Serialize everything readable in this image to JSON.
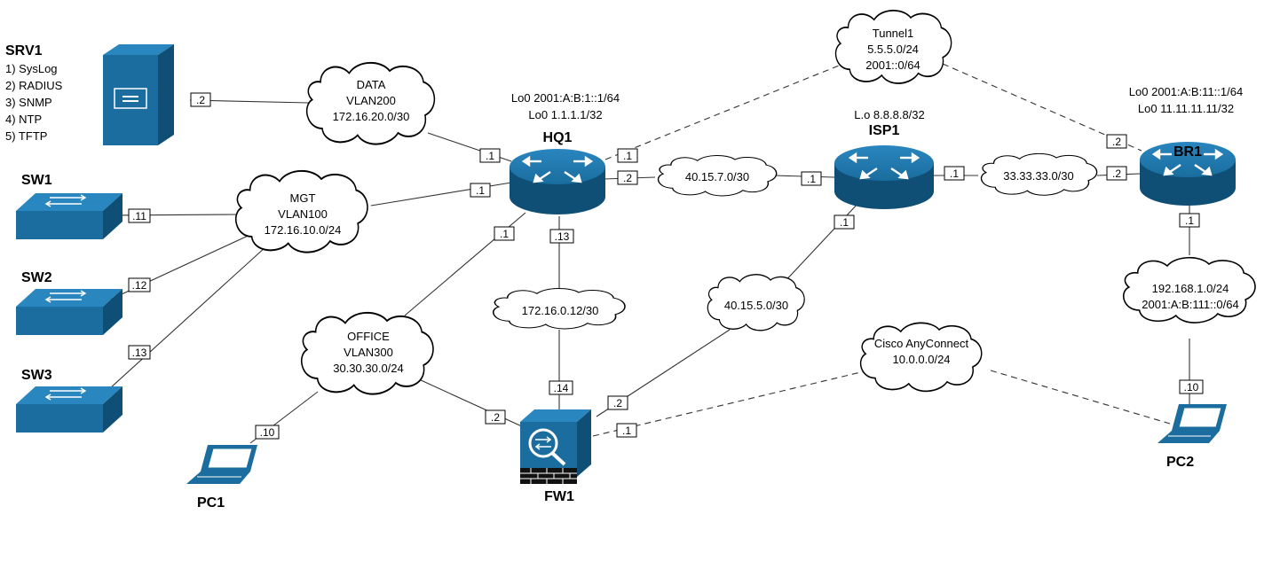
{
  "devices": {
    "srv1": {
      "title": "SRV1",
      "services": [
        "1) SysLog",
        "2) RADIUS",
        "3) SNMP",
        "4) NTP",
        "5) TFTP"
      ]
    },
    "sw1": {
      "title": "SW1"
    },
    "sw2": {
      "title": "SW2"
    },
    "sw3": {
      "title": "SW3"
    },
    "hq1": {
      "title": "HQ1",
      "info": [
        "Lo0 2001:A:B:1::1/64",
        "Lo0 1.1.1.1/32"
      ]
    },
    "isp1": {
      "title": "ISP1",
      "info": [
        "L.o 8.8.8.8/32"
      ]
    },
    "br1": {
      "title": "BR1",
      "info": [
        "Lo0 2001:A:B:11::1/64",
        "Lo0 11.11.11.11/32"
      ]
    },
    "fw1": {
      "title": "FW1"
    },
    "pc1": {
      "title": "PC1"
    },
    "pc2": {
      "title": "PC2"
    }
  },
  "clouds": {
    "data": [
      "DATA",
      "VLAN200",
      "172.16.20.0/30"
    ],
    "mgt": [
      "MGT",
      "VLAN100",
      "172.16.10.0/24"
    ],
    "office": [
      "OFFICE",
      "VLAN300",
      "30.30.30.0/24"
    ],
    "hq_fw": [
      "172.16.0.12/30"
    ],
    "hq_isp": [
      "40.15.7.0/30"
    ],
    "isp_fw": [
      "40.15.5.0/30"
    ],
    "isp_br": [
      "33.33.33.0/30"
    ],
    "tunnel": [
      "Tunnel1",
      "5.5.5.0/24",
      "2001::0/64"
    ],
    "br_lan": [
      "192.168.1.0/24",
      "2001:A:B:111::0/64"
    ],
    "anyconnect": [
      "Cisco AnyConnect",
      "10.0.0.0/24"
    ]
  },
  "ports": {
    "srv1": ".2",
    "hq_data": ".1",
    "hq_mgt": ".1",
    "sw1": ".11",
    "sw2": ".12",
    "sw3": ".13",
    "hq_office": ".1",
    "hq_fw": ".13",
    "hq_tunnel": ".1",
    "hq_isp": ".2",
    "isp_hq": ".1",
    "isp_br": ".1",
    "isp_fw": ".1",
    "br_tunnel": ".2",
    "br_isp": ".2",
    "br_lan": ".1",
    "pc1": ".10",
    "fw_office": ".2",
    "fw_hq": ".14",
    "fw_isp": ".2",
    "fw_anyconnect": ".1",
    "pc2": ".10"
  },
  "colors": {
    "device": "#1a6d9e",
    "device_dark": "#0f4e75",
    "line": "#333333"
  }
}
